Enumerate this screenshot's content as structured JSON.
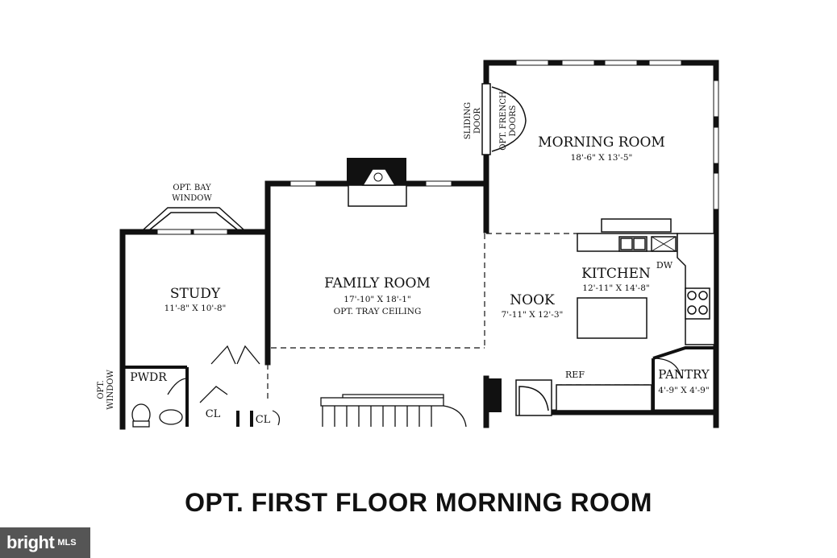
{
  "rooms": {
    "morning_room": {
      "name": "MORNING ROOM",
      "dims": "18'-6\" X 13'-5\""
    },
    "family_room": {
      "name": "FAMILY ROOM",
      "dims": "17'-10\" X 18'-1\"",
      "note": "OPT. TRAY CEILING"
    },
    "study": {
      "name": "STUDY",
      "dims": "11'-8\" X 10'-8\""
    },
    "nook": {
      "name": "NOOK",
      "dims": "7'-11\" X 12'-3\""
    },
    "kitchen": {
      "name": "KITCHEN",
      "dims": "12'-11\" X 14'-8\""
    },
    "pantry": {
      "name": "PANTRY",
      "dims": "4'-9\" X 4'-9\""
    },
    "powder": {
      "name": "PWDR"
    }
  },
  "labels": {
    "bay_window_line1": "OPT. BAY",
    "bay_window_line2": "WINDOW",
    "sliding_door_line1": "SLIDING",
    "sliding_door_line2": "DOOR",
    "french_doors_line1": "OPT. FRENCH",
    "french_doors_line2": "DOORS",
    "opt_window_line1": "OPT.",
    "opt_window_line2": "WINDOW",
    "dw": "DW",
    "ref": "REF",
    "closet1": "CL",
    "closet2": "CL"
  },
  "title": "OPT. FIRST FLOOR MORNING ROOM",
  "watermark": {
    "brand": "bright",
    "suffix": "MLS"
  }
}
